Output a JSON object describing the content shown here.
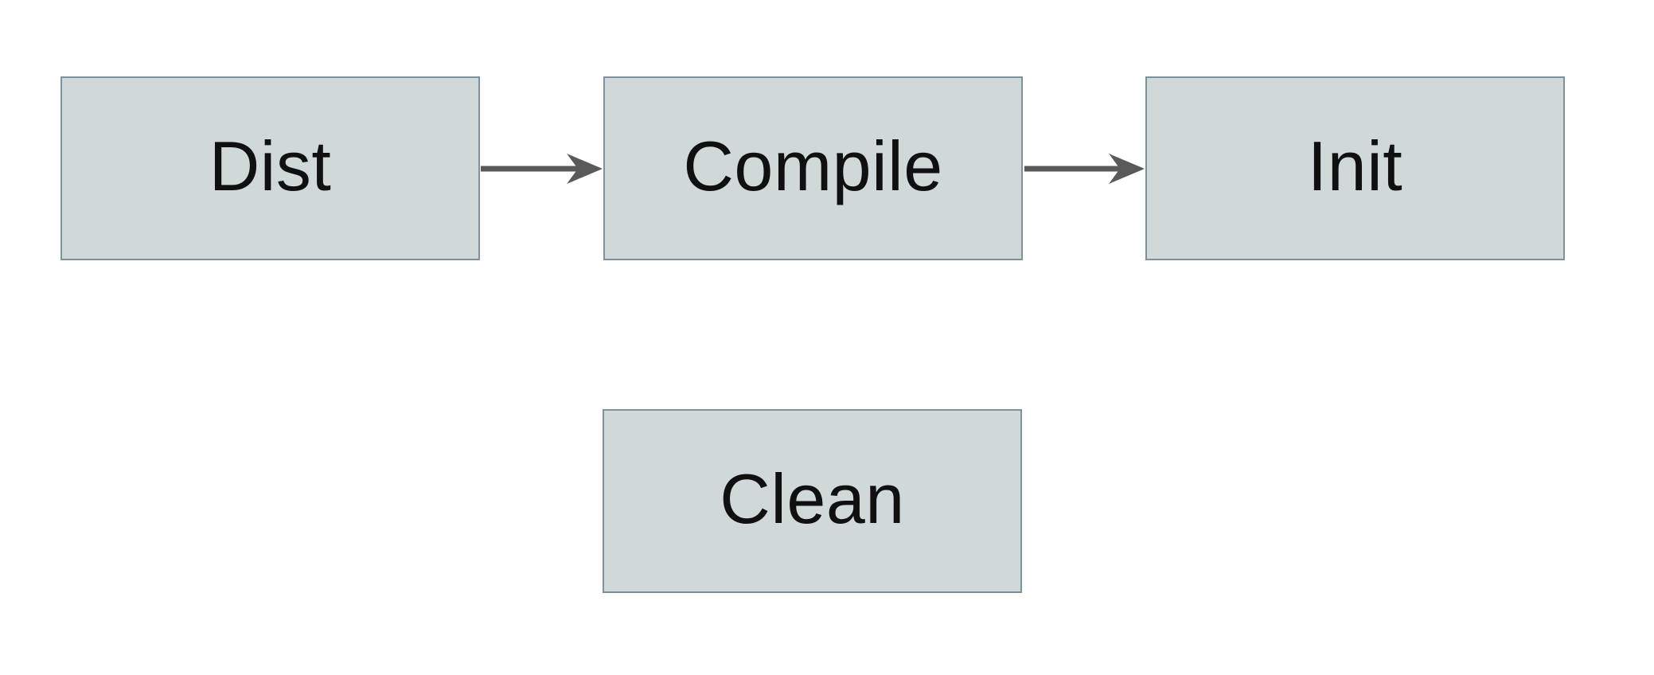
{
  "diagram": {
    "title": "build-tasks-flowchart",
    "nodes": [
      {
        "id": "dist",
        "label": "Dist"
      },
      {
        "id": "compile",
        "label": "Compile"
      },
      {
        "id": "init",
        "label": "Init"
      },
      {
        "id": "clean",
        "label": "Clean"
      }
    ],
    "edges": [
      {
        "from": "Dist",
        "to": "Compile",
        "direction": "right"
      },
      {
        "from": "Compile",
        "to": "Init",
        "direction": "right"
      }
    ],
    "colors": {
      "background": "#ffffff",
      "node_fill": "#d0d8da",
      "node_border": "#7e929e",
      "arrow": "#595959",
      "text": "#101010"
    }
  }
}
